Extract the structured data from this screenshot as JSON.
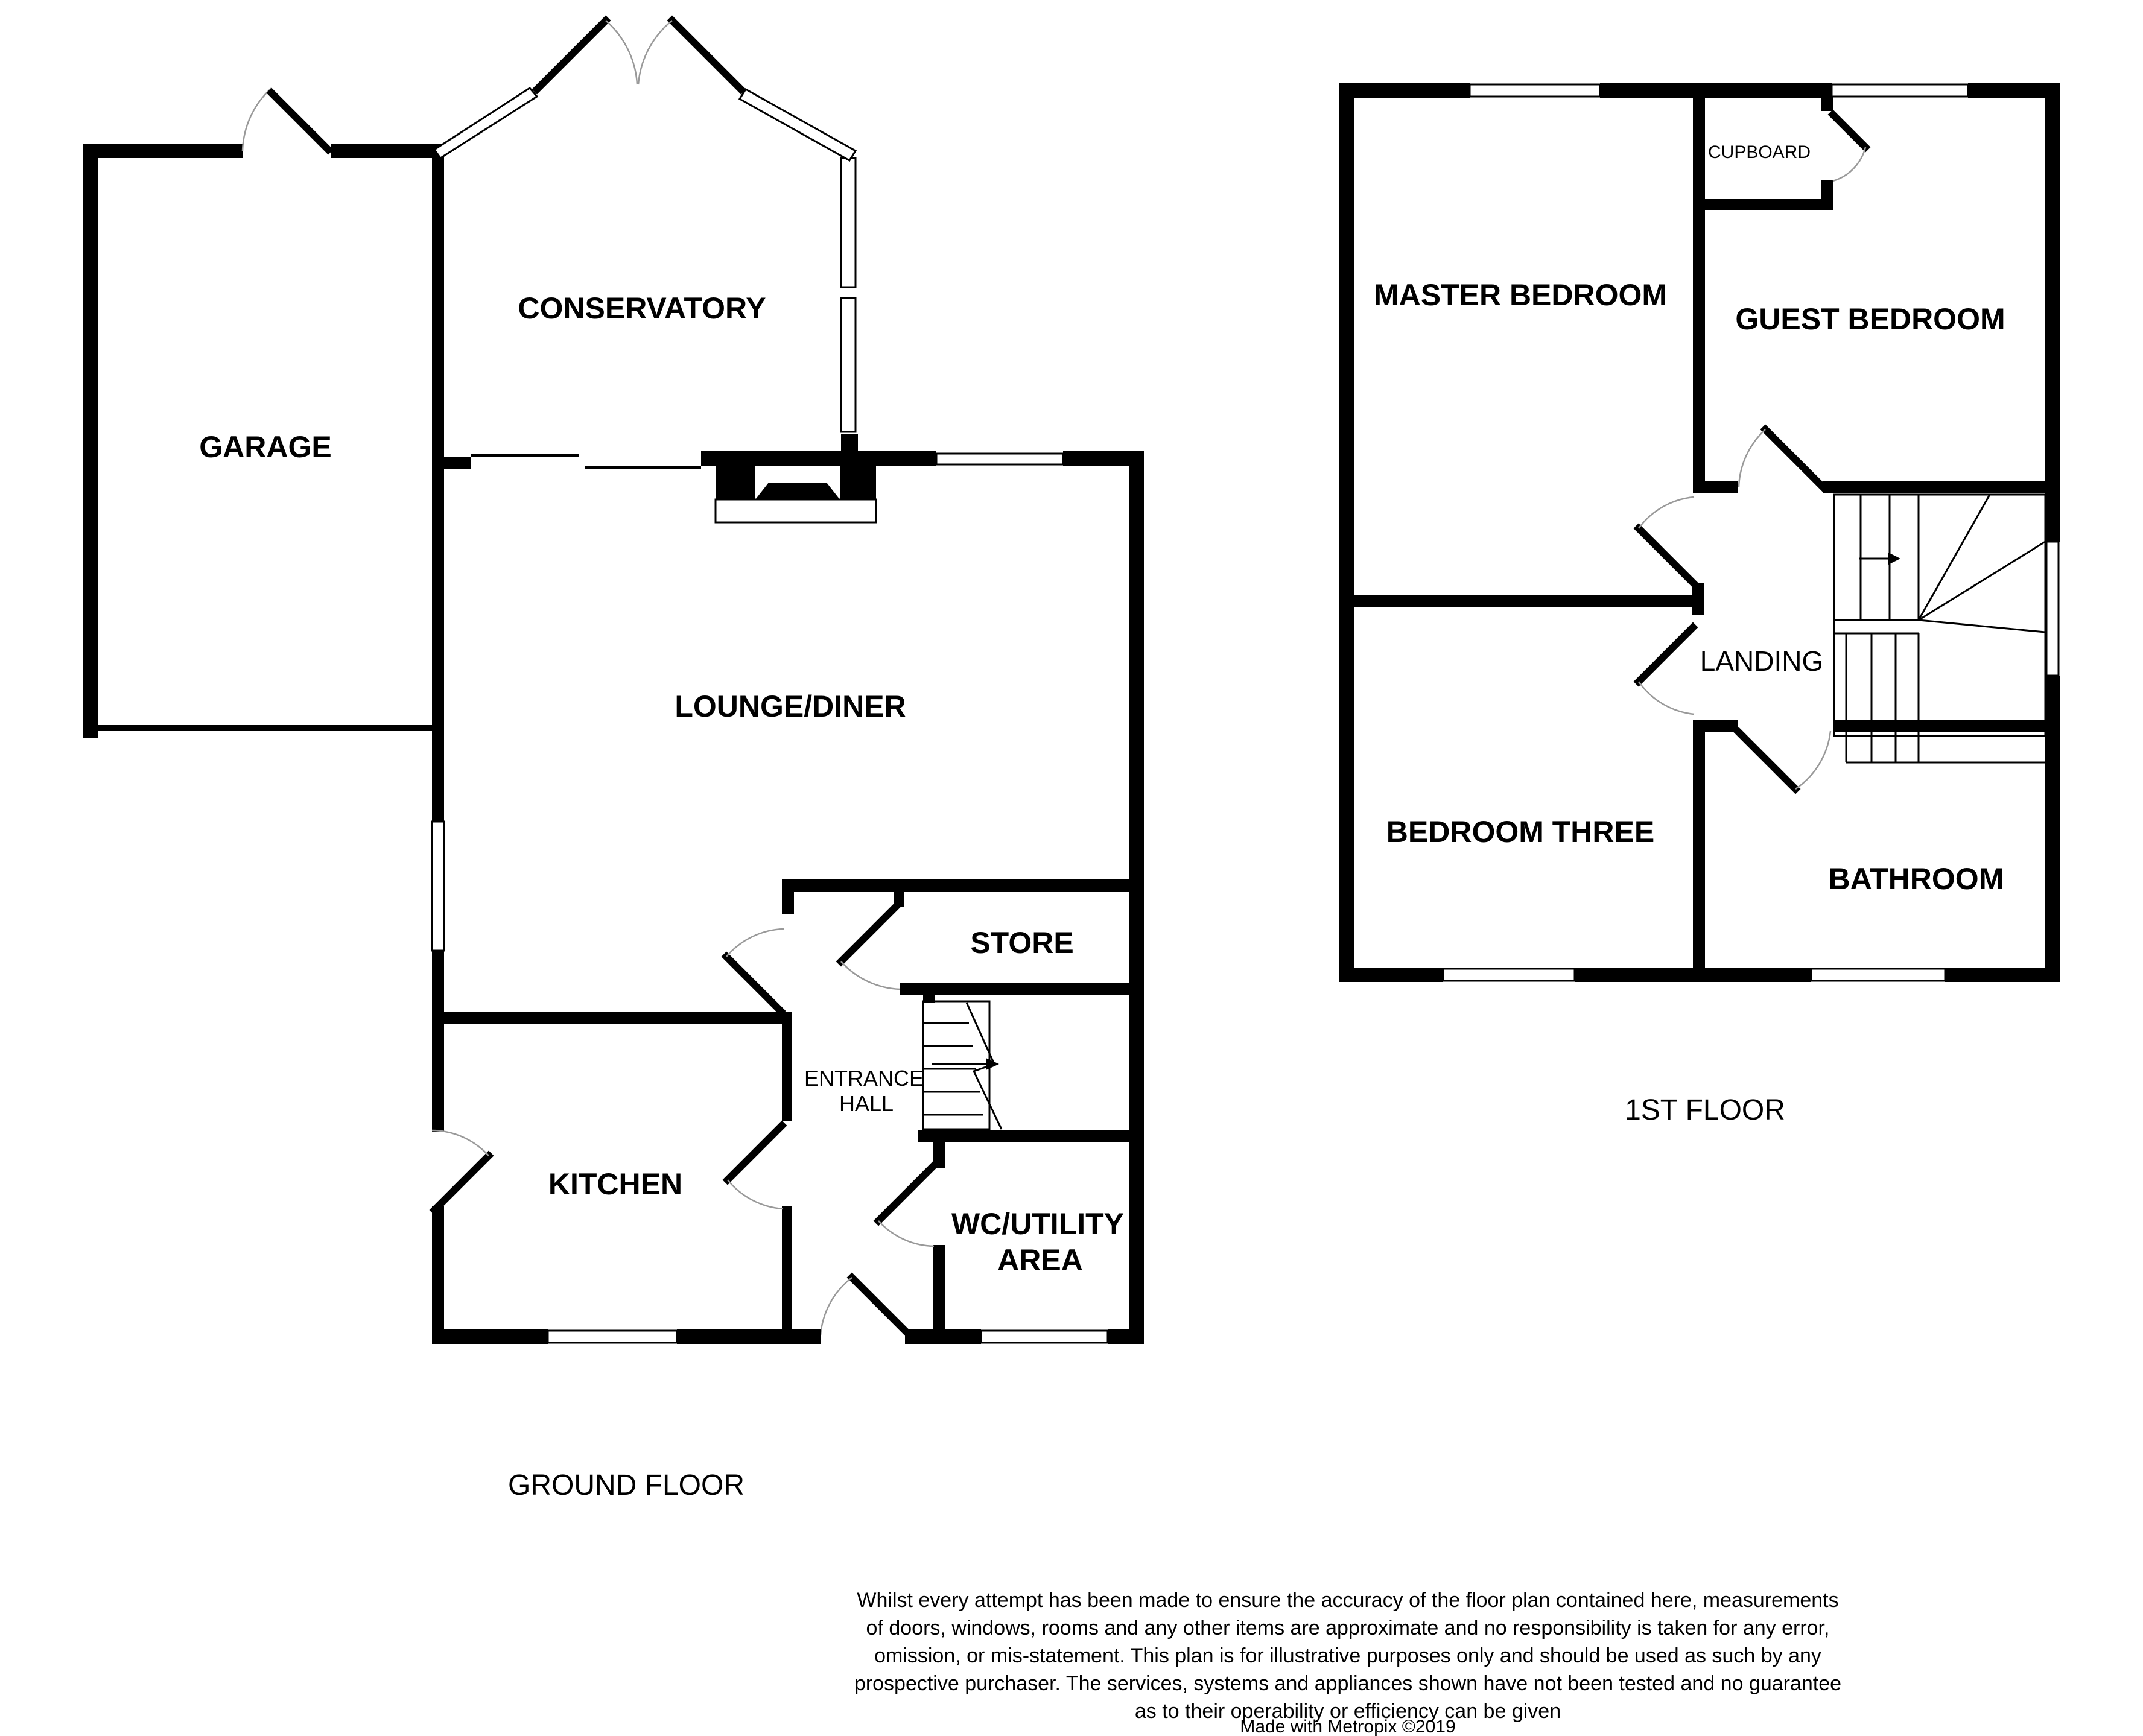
{
  "rooms": {
    "garage": "GARAGE",
    "conservatory": "CONSERVATORY",
    "lounge": "LOUNGE/DINER",
    "store": "STORE",
    "entrance_line1": "ENTRANCE",
    "entrance_line2": "HALL",
    "kitchen": "KITCHEN",
    "wc_line1": "WC/UTILITY",
    "wc_line2": "AREA",
    "master": "MASTER BEDROOM",
    "cupboard": "CUPBOARD",
    "guest": "GUEST BEDROOM",
    "landing": "LANDING",
    "bedroom3": "BEDROOM THREE",
    "bathroom": "BATHROOM"
  },
  "floors": {
    "ground": "GROUND FLOOR",
    "first": "1ST FLOOR"
  },
  "disclaimer": {
    "line1": "Whilst every attempt has been made to ensure the accuracy of the floor plan contained here, measurements",
    "line2": "of doors, windows, rooms and any other items are approximate and no responsibility is taken for any error,",
    "line3": "omission, or mis-statement. This plan is for illustrative purposes only and should be used as such by any",
    "line4": "prospective purchaser. The services, systems and appliances shown have not been tested and no guarantee",
    "line5": "as to their operability or efficiency can be given",
    "line6": "Made with Metropix ©2019"
  }
}
